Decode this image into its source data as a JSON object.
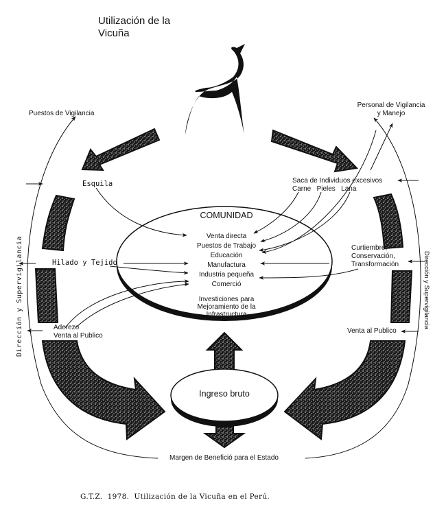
{
  "title_line1": "Utilización de la",
  "title_line2": "Vicuña",
  "labels": {
    "puestos_vigilancia": "Puestos de Vigilancia",
    "personal_vigilancia_1": "Personal de Vigilancia",
    "personal_vigilancia_2": "y Manejo",
    "esquila": "Esquila",
    "saca_1": "Saca de Individuos excesivos",
    "saca_2": "Carne   Pieles   Lana",
    "hilado": "Hilado y Tejido",
    "curtiembre_1": "Curtiembre,",
    "curtiembre_2": "Conservación,",
    "curtiembre_3": "Transformación",
    "aderezo_1": "Aderezo",
    "aderezo_2": "Venta al Publico",
    "venta_publico_right": "Venta al Publico",
    "margen": "Margen de Benefició para el Estado",
    "direccion_left": "Dirección y Supervigilancia",
    "direccion_right": "Dirección y Supervigilancia",
    "ingreso_bruto": "Ingreso bruto"
  },
  "comunidad": {
    "heading": "COMUNIDAD",
    "items": [
      "Venta directa",
      "Puestos de Trabajo",
      "Educación",
      "Manufactura",
      "Industria pequeña",
      "Comerció"
    ],
    "footer_1": "Investiciones para",
    "footer_2": "Mejoramiento de la",
    "footer_3": "Infrastructura"
  },
  "caption": "G.T.Z.  1978.  Utilización de la Vicuña en el Perú."
}
